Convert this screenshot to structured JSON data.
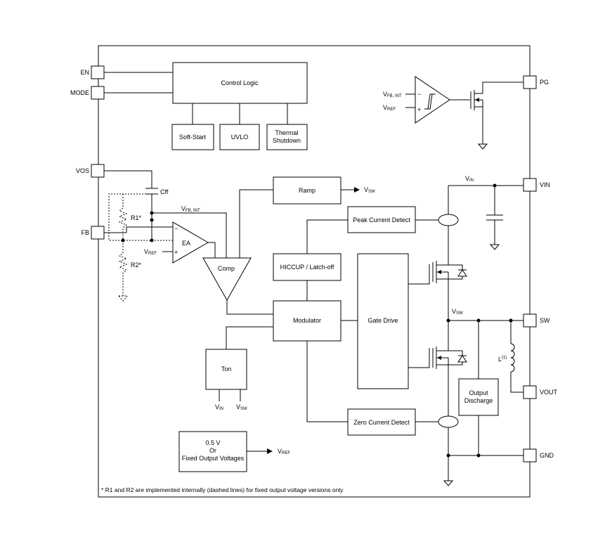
{
  "pins": {
    "en": "EN",
    "mode": "MODE",
    "vos": "VOS",
    "fb": "FB",
    "pg": "PG",
    "vin": "VIN",
    "sw": "SW",
    "vout": "VOUT",
    "gnd": "GND"
  },
  "blocks": {
    "control_logic": "Control Logic",
    "soft_start": "Soft-Start",
    "uvlo": "UVLO",
    "thermal_line1": "Thermal",
    "thermal_line2": "Shutdown",
    "ramp": "Ramp",
    "peak_current_detect": "Peak Current Detect",
    "hiccup": "HICCUP / Latch-off",
    "comp": "Comp",
    "ea": "EA",
    "modulator": "Modulator",
    "gate_drive": "Gate Drive",
    "ton": "Ton",
    "zero_current_detect": "Zero Current Detect",
    "output_discharge_line1": "Output",
    "output_discharge_line2": "Discharge",
    "ref_line1": "0.5 V",
    "ref_line2": "Or",
    "ref_line3": "Fixed Output Voltages"
  },
  "signals": {
    "v": "V",
    "fb_int_sub": "FB, INT",
    "ref_sub": "REF",
    "sw_sub": "SW",
    "in_sub": "IN",
    "cff": "Cff",
    "r1": "R1*",
    "r2": "R2*",
    "l1": "L",
    "l1_sup": "(1)",
    "minus": "−",
    "plus": "+"
  },
  "footnote": "* R1 and R2 are implemented internally (dashed lines) for fixed output voltage versions only"
}
